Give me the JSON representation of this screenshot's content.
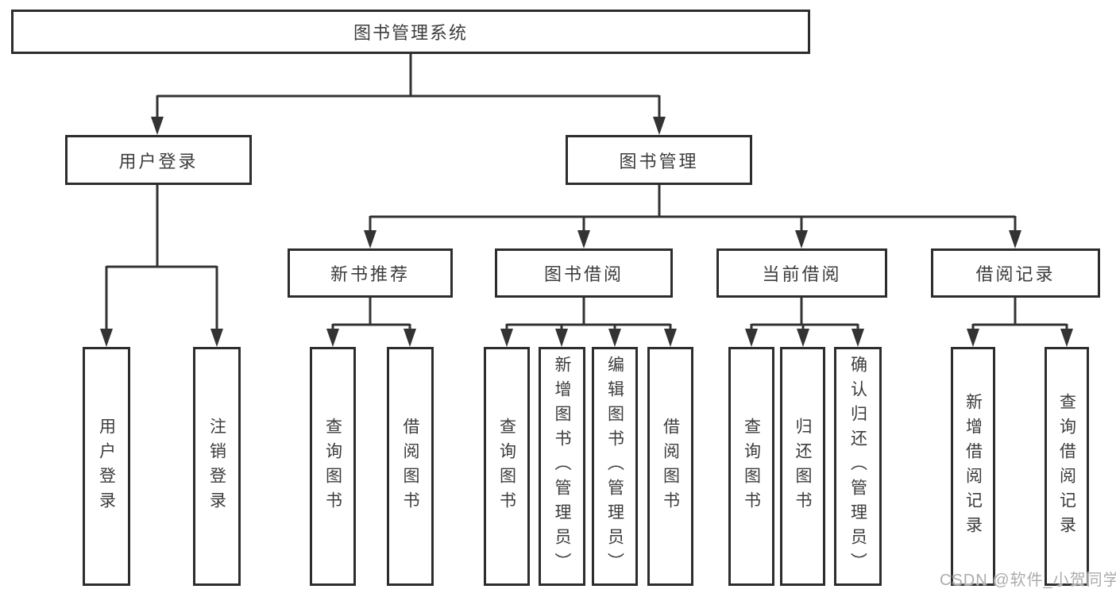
{
  "diagram": {
    "root": {
      "label": "图书管理系统"
    },
    "branches": [
      {
        "label": "用户登录",
        "leaves": [
          "用户登录",
          "注销登录"
        ]
      },
      {
        "label": "图书管理",
        "groups": [
          {
            "label": "新书推荐",
            "leaves": [
              "查询图书",
              "借阅图书"
            ]
          },
          {
            "label": "图书借阅",
            "leaves": [
              "查询图书",
              "新增图书（管理员）",
              "编辑图书（管理员）",
              "借阅图书"
            ]
          },
          {
            "label": "当前借阅",
            "leaves": [
              "查询图书",
              "归还图书",
              "确认归还（管理员）"
            ]
          },
          {
            "label": "借阅记录",
            "leaves": [
              "新增借阅记录",
              "查询借阅记录"
            ]
          }
        ]
      }
    ]
  },
  "watermark": "CSDN @软件_小贺同学",
  "colors": {
    "line": "#333333",
    "box_border": "#2d2d2d",
    "text": "#3c3c3c",
    "watermark": "#acacac",
    "background": "#ffffff"
  }
}
